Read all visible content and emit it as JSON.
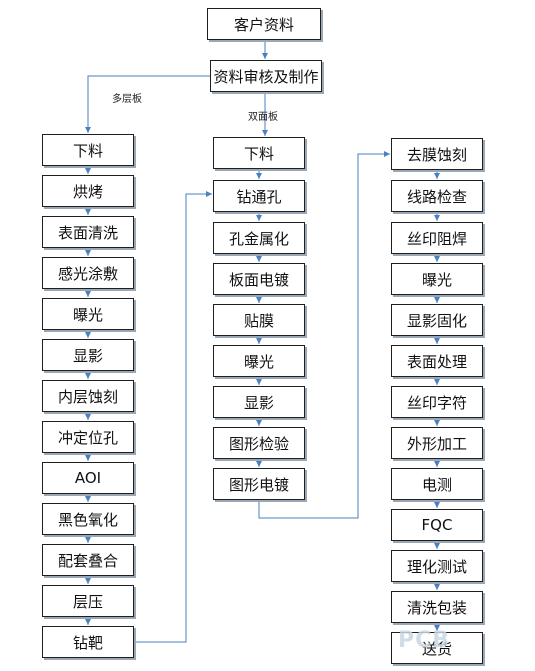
{
  "top": {
    "customer_data": "客户资料",
    "review": "资料审核及制作"
  },
  "labels": {
    "multilayer": "多层板",
    "double": "双面板"
  },
  "left_column": [
    "下料",
    "烘烤",
    "表面清洗",
    "感光涂敷",
    "曝光",
    "显影",
    "内层蚀刻",
    "冲定位孔",
    "AOI",
    "黑色氧化",
    "配套叠合",
    "层压",
    "钻靶"
  ],
  "middle_column": [
    "下料",
    "钻通孔",
    "孔金属化",
    "板面电镀",
    "贴膜",
    "曝光",
    "显影",
    "图形检验",
    "图形电镀"
  ],
  "right_column": [
    "去膜蚀刻",
    "线路检查",
    "丝印阻焊",
    "曝光",
    "显影固化",
    "表面处理",
    "丝印字符",
    "外形加工",
    "电测",
    "FQC",
    "理化测试",
    "清洗包装",
    "送货"
  ],
  "watermark": "PCB",
  "colors": {
    "arrow": "#4a7fc1",
    "border": "#1f1f1f",
    "shadow": "#9aa7b5"
  }
}
